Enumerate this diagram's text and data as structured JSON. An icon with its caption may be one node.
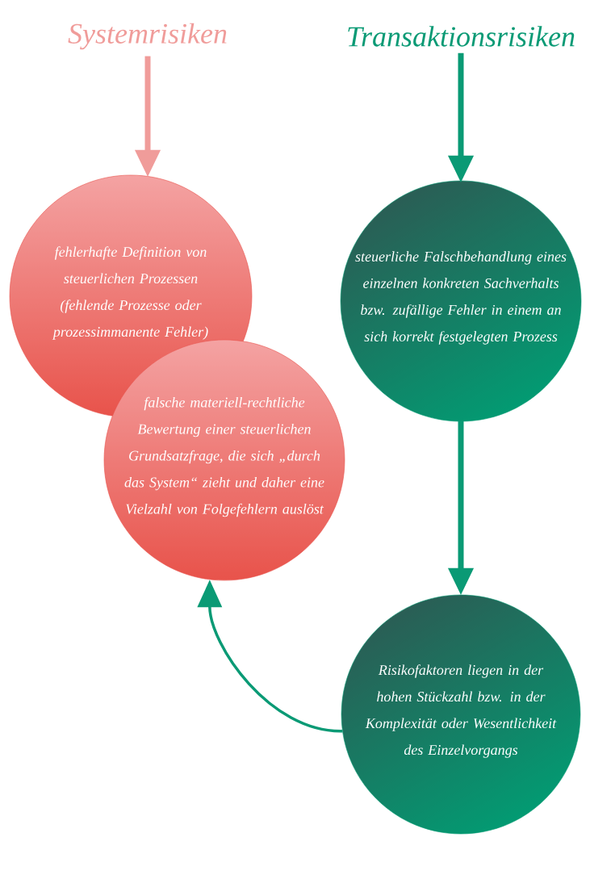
{
  "diagram": {
    "nodes": [
      {
        "text": [
          "Systemrisiken"
        ]
      },
      {
        "text": [
          "Transaktionsrisiken"
        ]
      },
      {
        "text": [
          "fehlerhafte Definition von steuerlichen Prozessen (fehlende Prozesse oder prozessimmanente Fehler)"
        ]
      },
      {
        "text": [
          "falsche materiell-rechtliche Bewertung einer steuerlichen Grundsatzfrage, die sich „durch das System“ zieht und daher eine Vielzahl von Folgefehlern auslöst"
        ]
      },
      {
        "text": [
          "steuerliche Falschbehandlung eines einzelnen konkreten Sachverhalts bzw. zufällige Fehler in einem an sich korrekt festgelegten Prozess"
        ]
      },
      {
        "text": [
          "Risikofaktoren liegen in der hohen Stückzahl bzw. in der Komplexität oder Wesentlichkeit des Einzelvorgangs"
        ]
      }
    ],
    "edges": [
      {
        "from": 0,
        "to": 2,
        "arrow": "to",
        "color": "#f09c9a"
      },
      {
        "from": 1,
        "to": 4,
        "arrow": "to"
      },
      {
        "from": 4,
        "to": 5,
        "arrow": "to"
      },
      {
        "from": 5,
        "to": 3,
        "arrow": "to"
      }
    ]
  }
}
